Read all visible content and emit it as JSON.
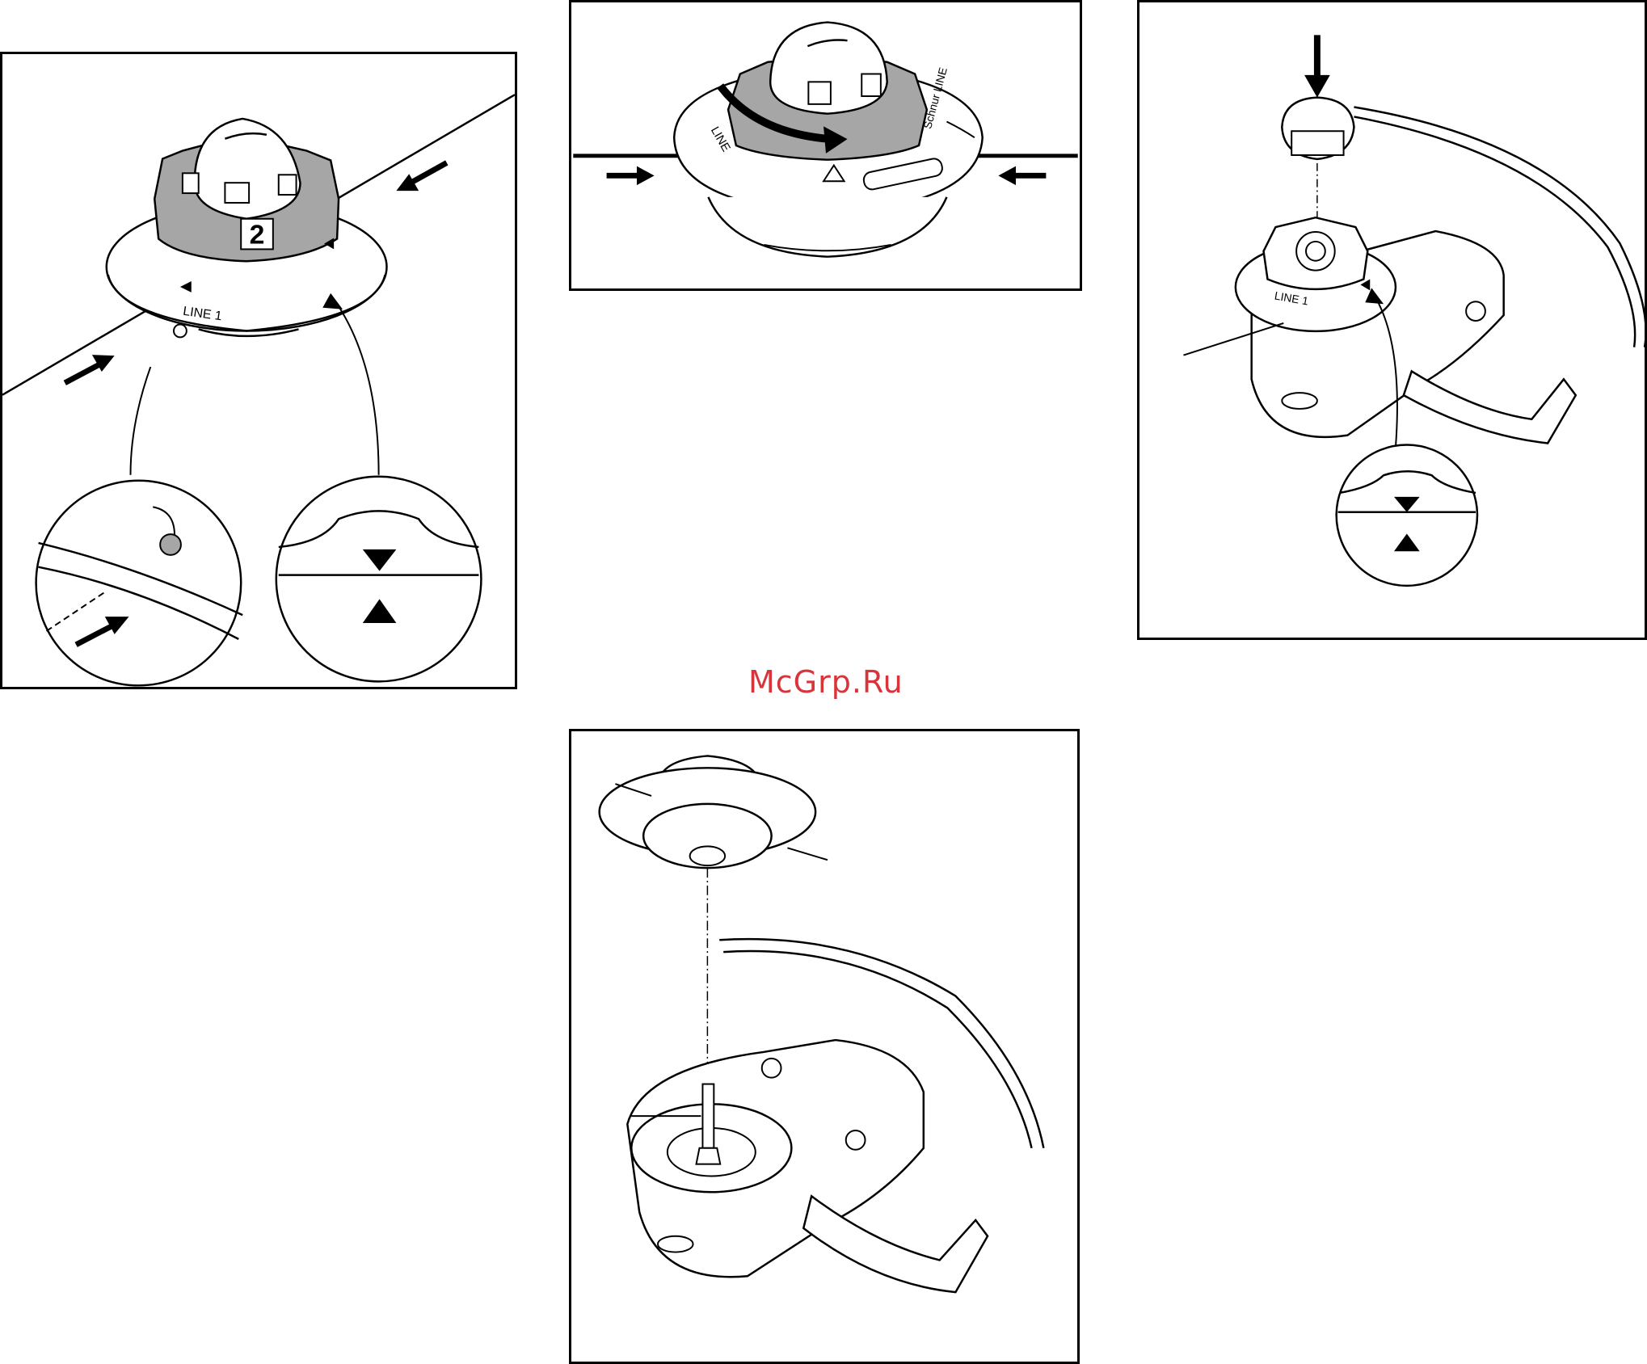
{
  "watermark": "McGrp.Ru",
  "panel1": {
    "step_number": "2",
    "spool_label": "LINE 1"
  },
  "panel2": {
    "spool_label_left": "LINE",
    "spool_label_right": "Schnur LINE"
  },
  "panel3": {
    "spool_label": "LINE 1"
  },
  "colors": {
    "line": "#000000",
    "highlight": "#a6a6a6",
    "watermark": "#d9343a"
  }
}
